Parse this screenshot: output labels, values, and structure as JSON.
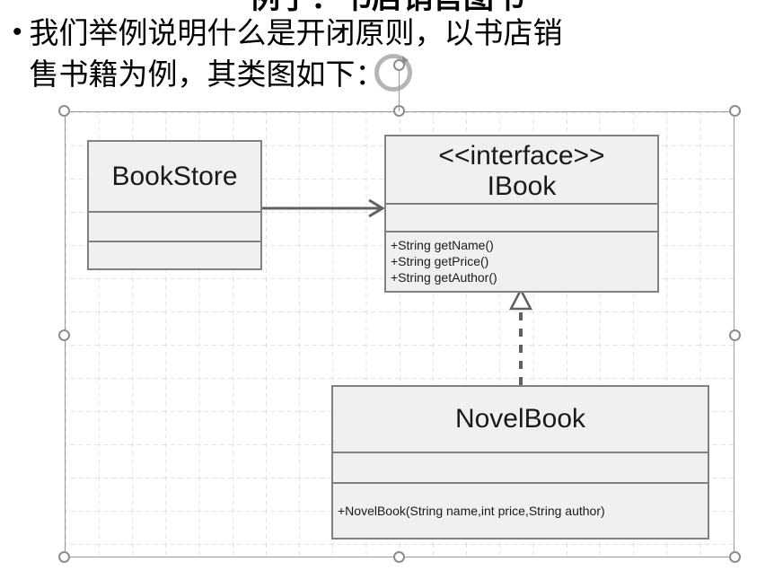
{
  "slide": {
    "clipped_heading": "例子：书店销售图书",
    "bullet_marker": "•",
    "bullet_lines": [
      "我们举例说明什么是开闭原则，以书店销",
      "售书籍为例，其类图如下："
    ]
  },
  "selection": {
    "handle_count": 8,
    "rotate_handle_name": "rotate-handle"
  },
  "diagram": {
    "background_color": "#ffffff",
    "grid_color": "#c9c9c9",
    "box_fill": "#f0f0f0",
    "box_border": "#808080",
    "classes": [
      {
        "id": "bookstore",
        "stereotype": "",
        "name": "BookStore",
        "attributes": [],
        "methods": []
      },
      {
        "id": "ibook",
        "stereotype": "<<interface>>",
        "name": "IBook",
        "attributes": [],
        "methods": [
          "+String getName()",
          "+String getPrice()",
          "+String getAuthor()"
        ]
      },
      {
        "id": "novelbook",
        "stereotype": "",
        "name": "NovelBook",
        "attributes": [],
        "methods": [
          "+NovelBook(String name,int price,String author)"
        ]
      }
    ],
    "relationships": [
      {
        "from": "bookstore",
        "to": "ibook",
        "type": "association",
        "line": "solid",
        "arrowhead": "open"
      },
      {
        "from": "novelbook",
        "to": "ibook",
        "type": "realization",
        "line": "dashed",
        "arrowhead": "hollow-triangle"
      }
    ]
  }
}
